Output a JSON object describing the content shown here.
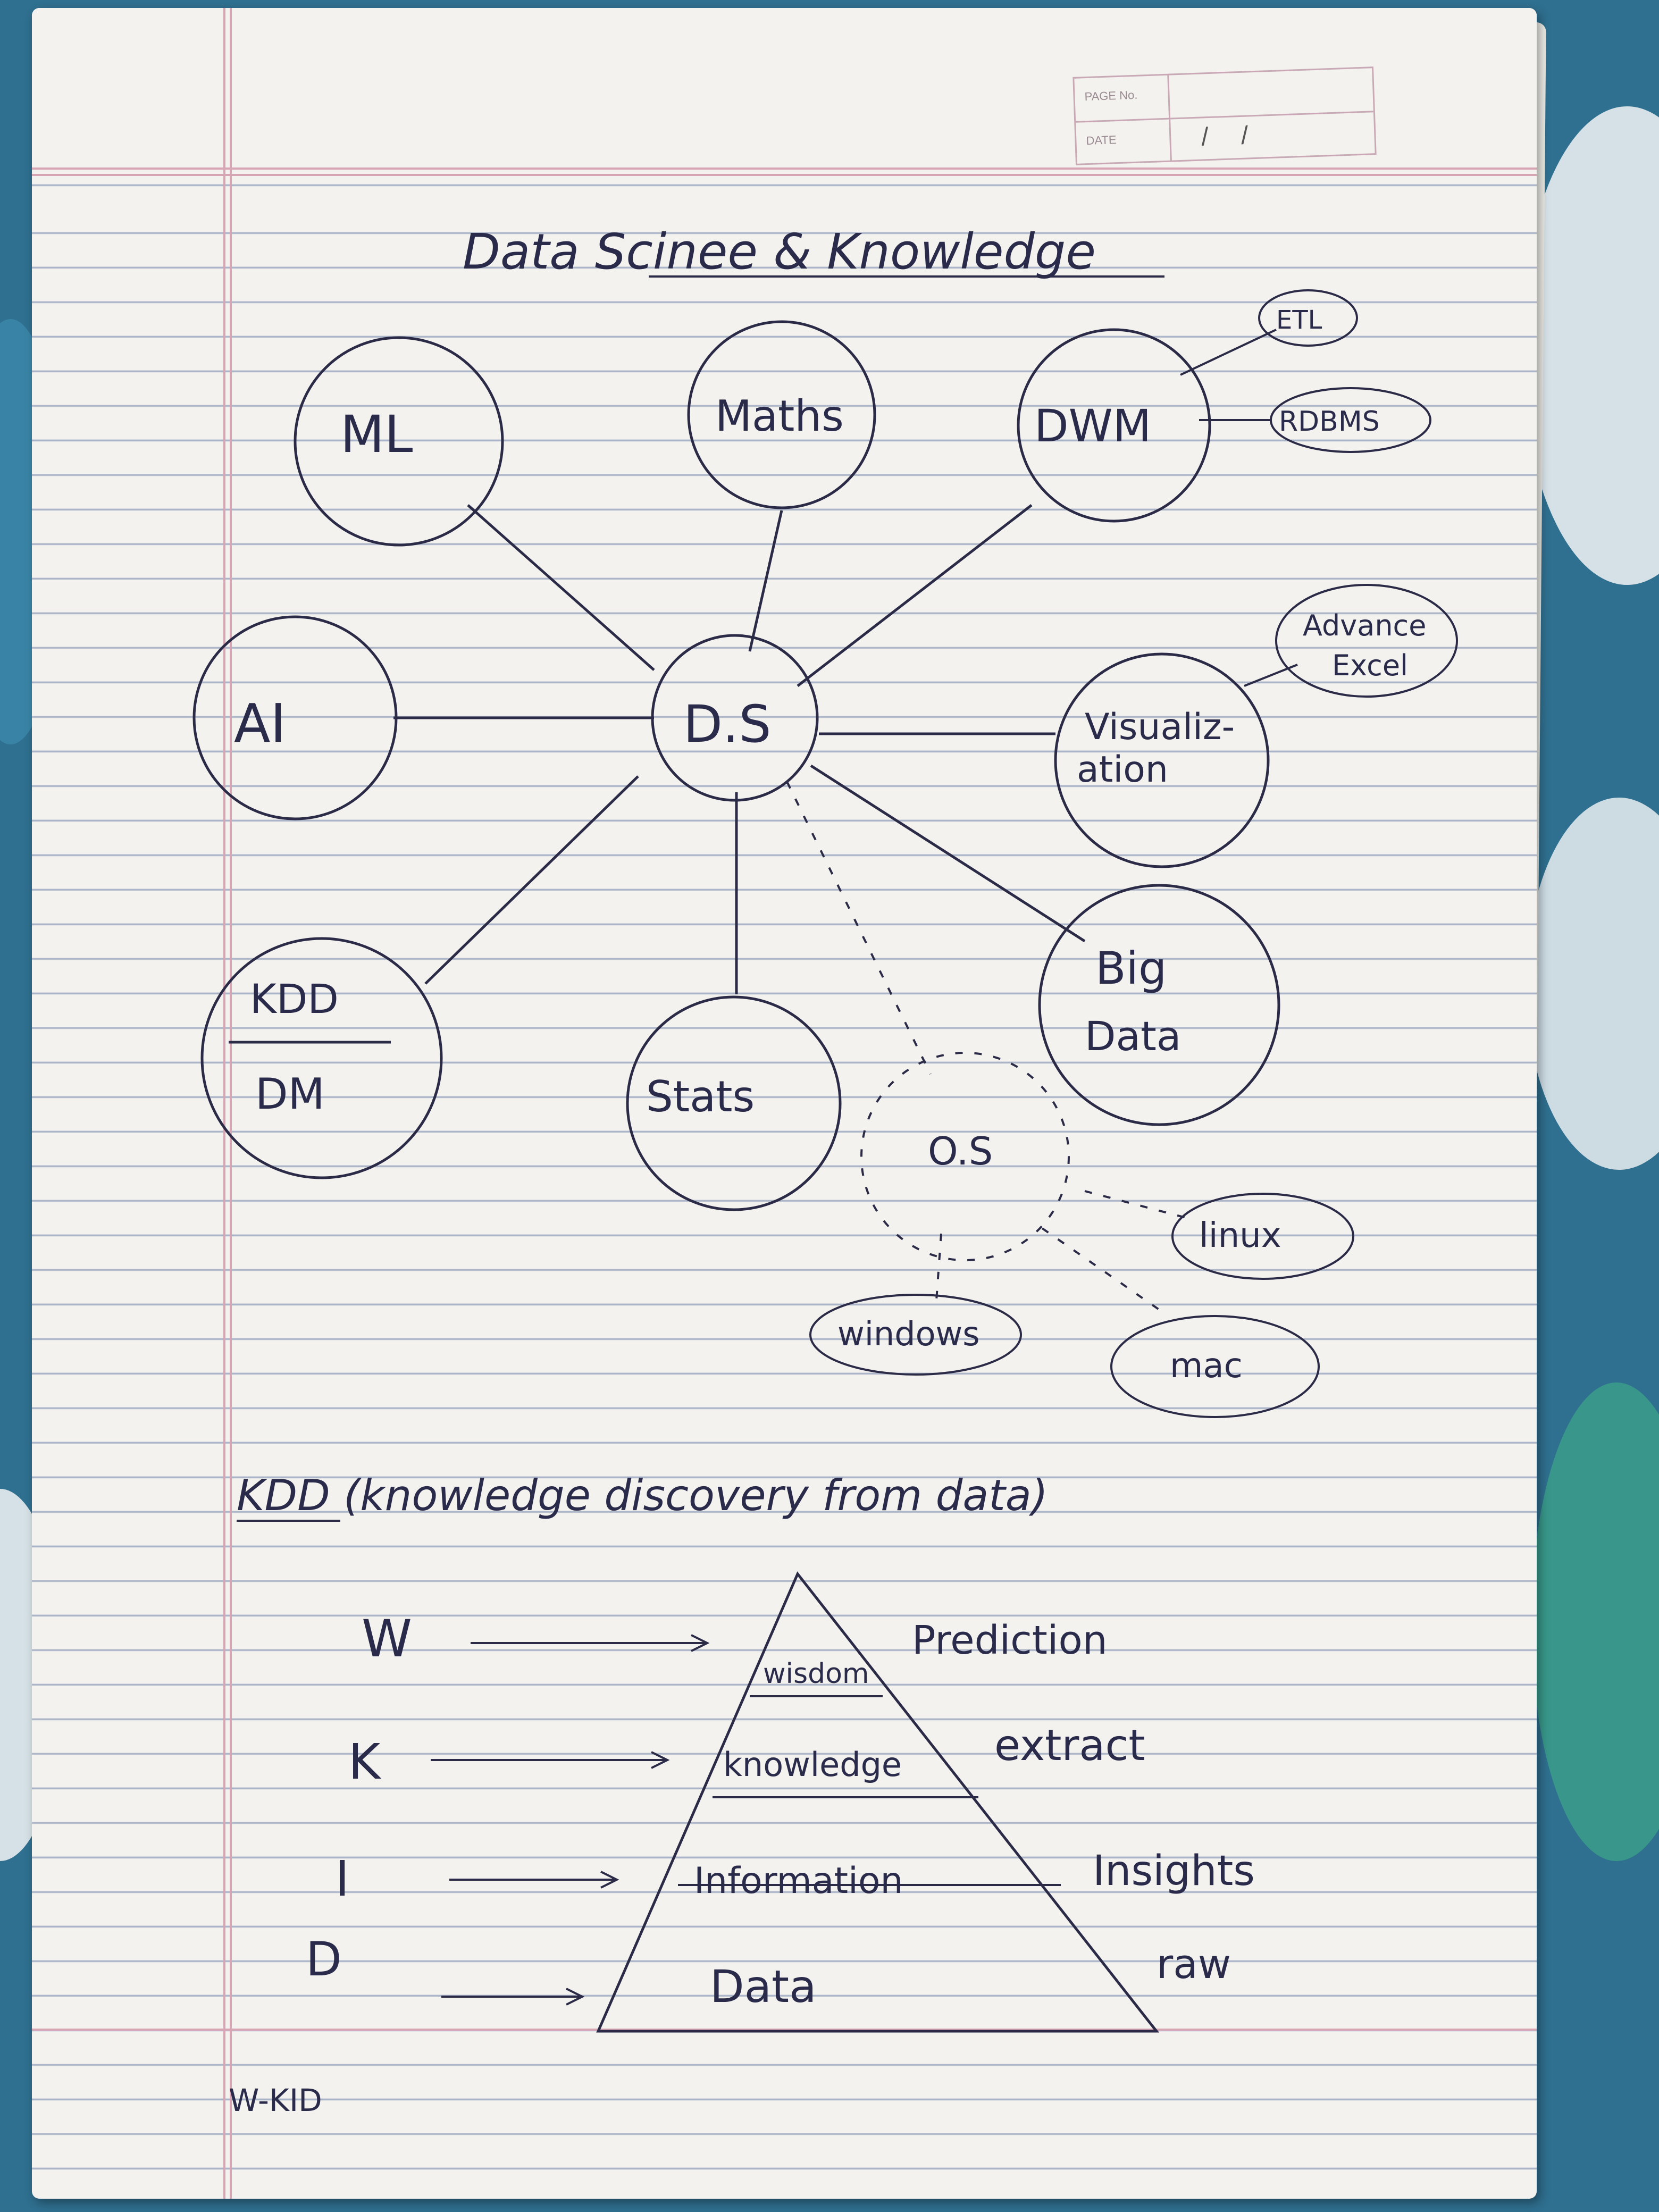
{
  "header_stamp": {
    "page_no_label": "PAGE No.",
    "date_label": "DATE",
    "date_value": "/ /"
  },
  "title": "Data Scinee & Knowledge",
  "mindmap": {
    "center": "D.S",
    "nodes": {
      "ml": "ML",
      "maths": "Maths",
      "dwm": "DWM",
      "ai": "AI",
      "visualization_1": "Visualiz-",
      "visualization_2": "ation",
      "kdd": "KDD",
      "dm": "DM",
      "stats": "Stats",
      "big_1": "Big",
      "big_2": "Data",
      "os": "O.S"
    },
    "leaves": {
      "etl": "ETL",
      "rdbms": "RDBMS",
      "advance_1": "Advance",
      "advance_2": "Excel",
      "linux": "linux",
      "windows": "windows",
      "mac": "mac"
    }
  },
  "kdd_section": {
    "heading": "KDD (knowledge discovery from data)",
    "rows": [
      {
        "letter": "W",
        "level": "wisdom",
        "note": "Prediction"
      },
      {
        "letter": "K",
        "level": "knowledge",
        "note": "extract"
      },
      {
        "letter": "I",
        "level": "Information",
        "note": "Insights"
      },
      {
        "letter": "D",
        "level": "Data",
        "note": "raw"
      }
    ],
    "footer": "W-KID"
  }
}
